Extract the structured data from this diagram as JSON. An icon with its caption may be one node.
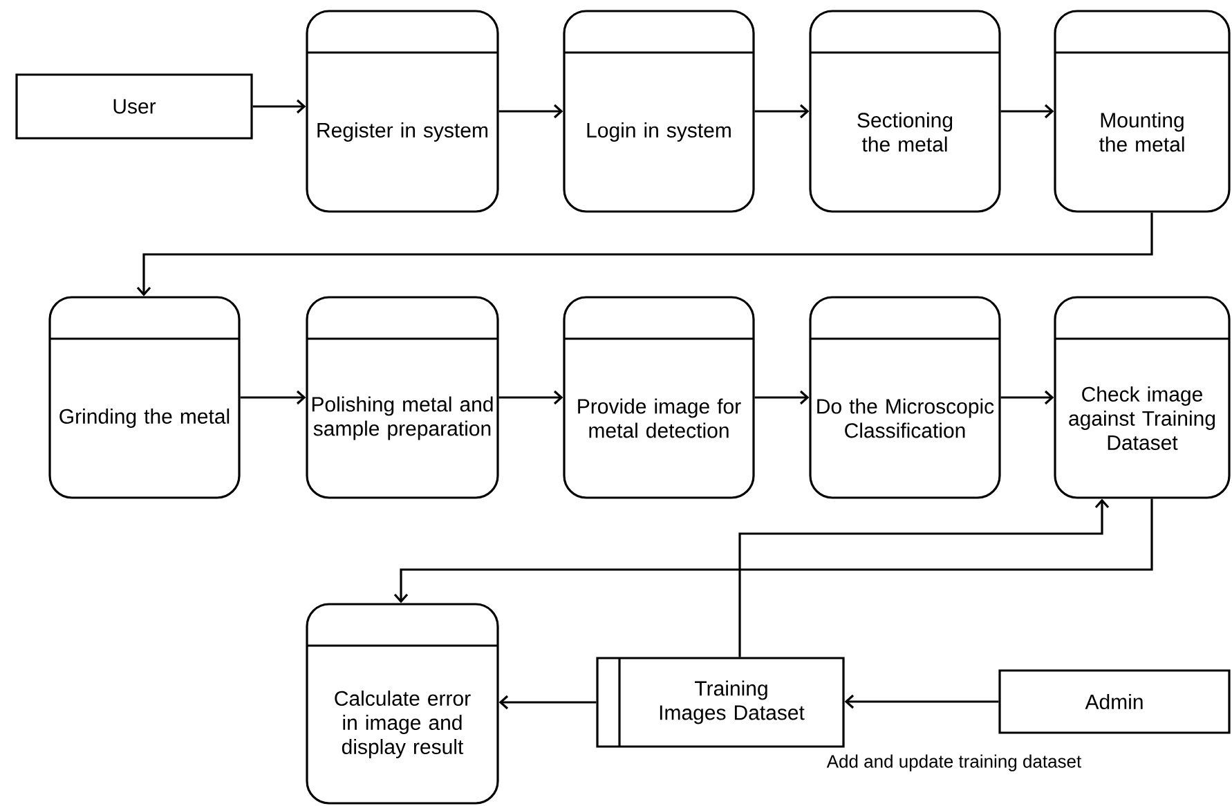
{
  "diagram": {
    "nodes": [
      {
        "text": [
          "User"
        ]
      },
      {
        "text": [
          "Register in system"
        ]
      },
      {
        "text": [
          "Login in system"
        ]
      },
      {
        "text": [
          "Sectioning the metal"
        ]
      },
      {
        "text": [
          "Mounting the metal"
        ]
      },
      {
        "text": [
          "Grinding the metal"
        ]
      },
      {
        "text": [
          "Polishing metal and sample preparation"
        ]
      },
      {
        "text": [
          "Provide image for metal detection"
        ]
      },
      {
        "text": [
          "Do the Microscopic Classification"
        ]
      },
      {
        "text": [
          "Check image against Training Dataset"
        ]
      },
      {
        "text": [
          "Calculate error in image and display result"
        ]
      },
      {
        "text": [
          "Training Images Dataset"
        ]
      },
      {
        "text": [
          "Admin"
        ]
      }
    ],
    "edges": [
      {
        "from": 0,
        "to": 1,
        "arrow": "to"
      },
      {
        "from": 1,
        "to": 2,
        "arrow": "to"
      },
      {
        "from": 2,
        "to": 3,
        "arrow": "to"
      },
      {
        "from": 3,
        "to": 4,
        "arrow": "to"
      },
      {
        "from": 4,
        "to": 5,
        "arrow": "to"
      },
      {
        "from": 5,
        "to": 6,
        "arrow": "to"
      },
      {
        "from": 6,
        "to": 7,
        "arrow": "to"
      },
      {
        "from": 7,
        "to": 8,
        "arrow": "to"
      },
      {
        "from": 8,
        "to": 9,
        "arrow": "to"
      },
      {
        "from": 9,
        "to": 10,
        "arrow": "to"
      },
      {
        "from": 11,
        "to": 9,
        "arrow": "to"
      },
      {
        "from": 11,
        "to": 10,
        "arrow": "to"
      },
      {
        "from": 12,
        "to": 11,
        "arrow": "to"
      }
    ],
    "labels": [
      "Add and update training dataset"
    ]
  }
}
